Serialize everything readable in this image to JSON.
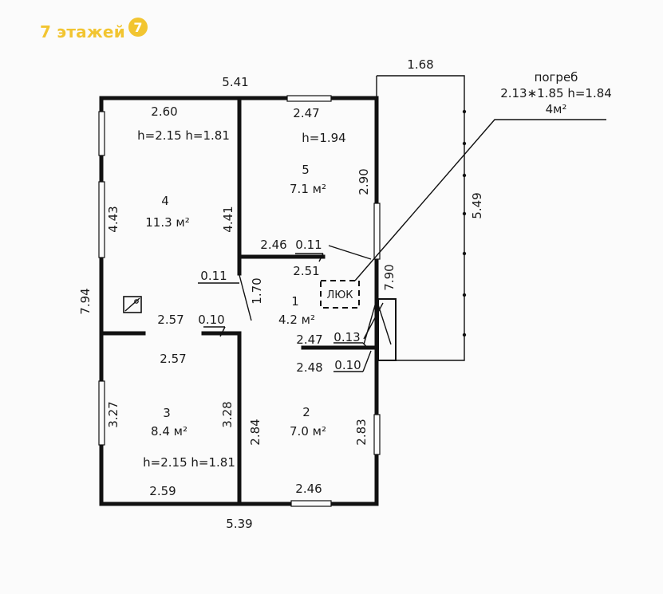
{
  "logo": {
    "text": "7 этажей",
    "badge": "7"
  },
  "outer_dims": {
    "top": "5.41",
    "bottom": "5.39",
    "left": "7.94",
    "right": "7.90"
  },
  "cellar": {
    "top": "1.68",
    "side": "5.49",
    "label_name": "погреб",
    "label_size": "2.13∗1.85  h=1.84",
    "label_area": "4м²"
  },
  "hatch": "ЛЮК",
  "rooms": {
    "r4": {
      "number": "4",
      "area": "11.3 м²",
      "width_top": "2.60",
      "heights": "h=2.15  h=1.81",
      "side_left": "4.43",
      "side_right": "4.41",
      "width_bottom": "2.57",
      "wall": "0.10"
    },
    "r5": {
      "number": "5",
      "area": "7.1 м²",
      "width_top": "2.47",
      "height": "h=1.94",
      "side_right": "2.90",
      "width_bottom": "2.46",
      "wall": "0.11"
    },
    "r1": {
      "number": "1",
      "area": "4.2 м²",
      "width_top": "2.51",
      "side": "1.70",
      "wall_left": "0.11",
      "width_bottom": "2.47",
      "wall_bottom": "0.13"
    },
    "r3": {
      "number": "3",
      "area": "8.4 м²",
      "width_top": "2.57",
      "heights": "h=2.15  h=1.81",
      "side_left": "3.27",
      "side_right": "3.28",
      "width_bottom": "2.59"
    },
    "r2": {
      "number": "2",
      "area": "7.0 м²",
      "width_top": "2.48",
      "wall": "0.10",
      "side_left": "2.84",
      "side_right": "2.83",
      "width_bottom": "2.46"
    }
  }
}
